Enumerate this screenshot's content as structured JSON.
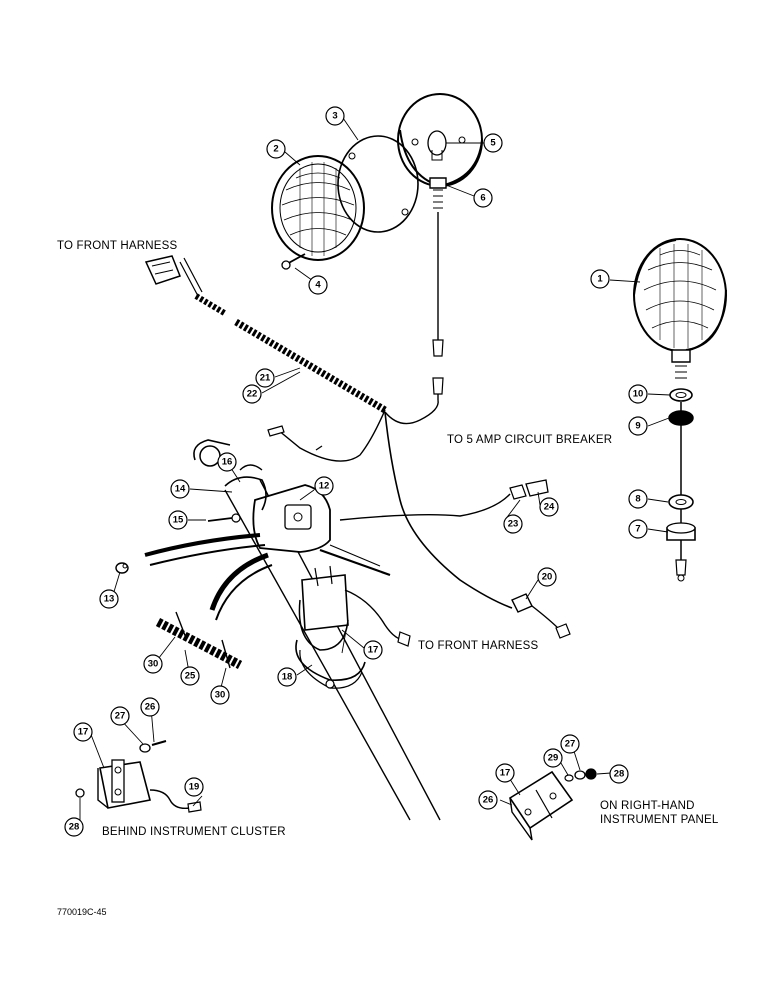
{
  "labels": {
    "to_front_harness_top": "TO FRONT HARNESS",
    "to_circuit_breaker": "TO 5 AMP CIRCUIT BREAKER",
    "to_front_harness_bottom": "TO FRONT HARNESS",
    "behind_cluster": "BEHIND INSTRUMENT CLUSTER",
    "right_panel_line1": "ON RIGHT-HAND",
    "right_panel_line2": "INSTRUMENT PANEL",
    "figure_code": "770019C-45"
  },
  "callouts": [
    "1",
    "2",
    "3",
    "4",
    "5",
    "6",
    "7",
    "8",
    "9",
    "10",
    "12",
    "13",
    "14",
    "15",
    "16",
    "17",
    "17",
    "17",
    "18",
    "19",
    "20",
    "21",
    "22",
    "23",
    "24",
    "25",
    "26",
    "26",
    "27",
    "27",
    "28",
    "28",
    "29",
    "30",
    "30"
  ]
}
